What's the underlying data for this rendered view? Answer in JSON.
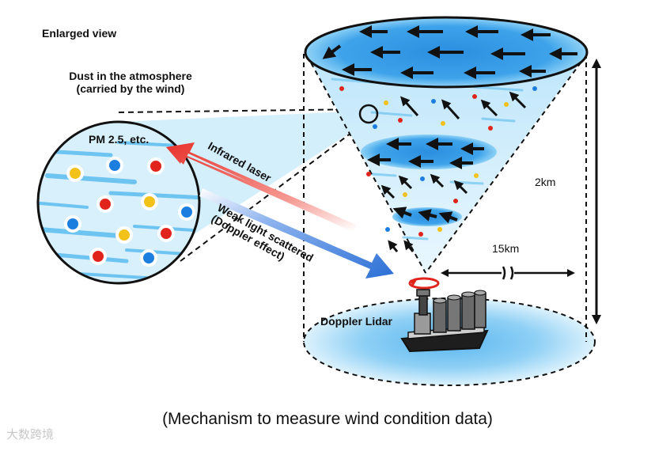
{
  "labels": {
    "enlarged_view": "Enlarged view",
    "dust_line1": "Dust in the atmosphere",
    "dust_line2": "(carried by the wind)",
    "pm": "PM 2.5, etc.",
    "laser": "Infrared laser",
    "scatter_line1": "Weak light scattered",
    "scatter_line2": "(Doppler effect)",
    "height": "2km",
    "distance": "15km",
    "lidar": "Doppler Lidar"
  },
  "caption": "(Mechanism to measure wind condition data)",
  "watermark": "大数跨境",
  "colors": {
    "sky_blue": "#2f93e0",
    "light_blue": "#a9dcf7",
    "laser_red": "#e8322b",
    "scatter_blue": "#2b6fd6",
    "particle_yellow": "#f2c21a",
    "particle_red": "#e0241b",
    "particle_blue": "#1c7fe0"
  },
  "icons": [
    "wind-arrow-icon",
    "dust-particle-icon",
    "ship-icon",
    "lidar-scanner-icon",
    "rotation-icon"
  ]
}
